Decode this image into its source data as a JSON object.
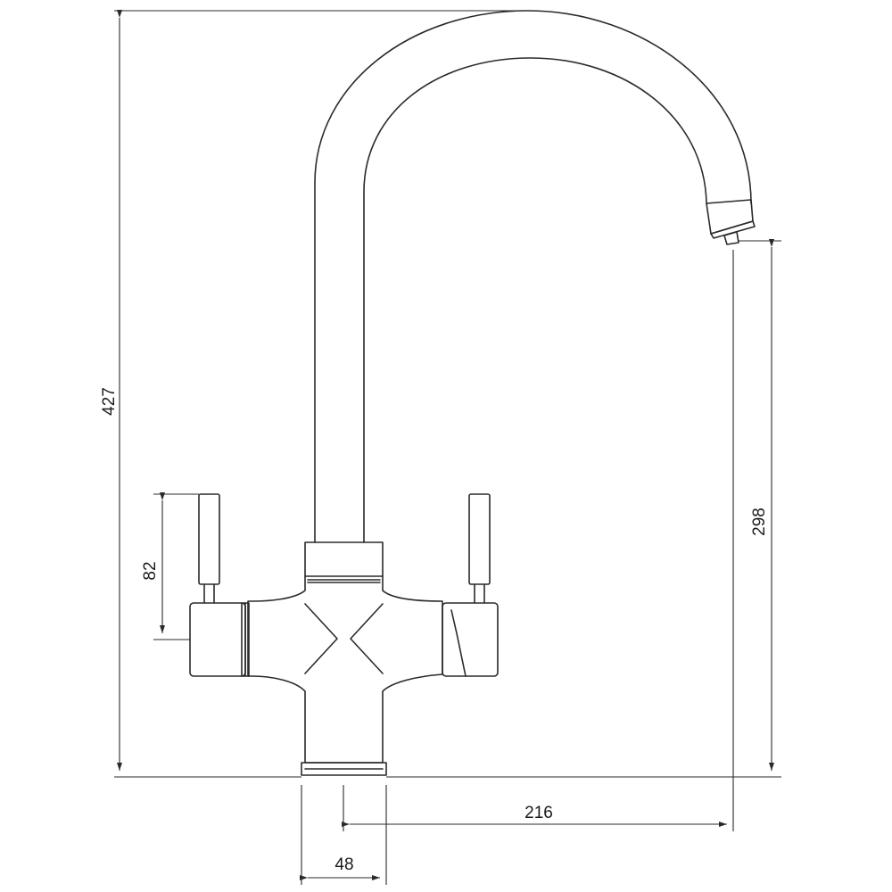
{
  "drawing": {
    "subject": "mixer-tap-technical-drawing",
    "units_shown": "none",
    "dimensions": {
      "total_height": "427",
      "handle_height": "82",
      "spout_clearance_height": "298",
      "spout_reach": "216",
      "base_width": "48"
    }
  },
  "colors": {
    "line": "#2a2a2a",
    "background": "#ffffff"
  }
}
